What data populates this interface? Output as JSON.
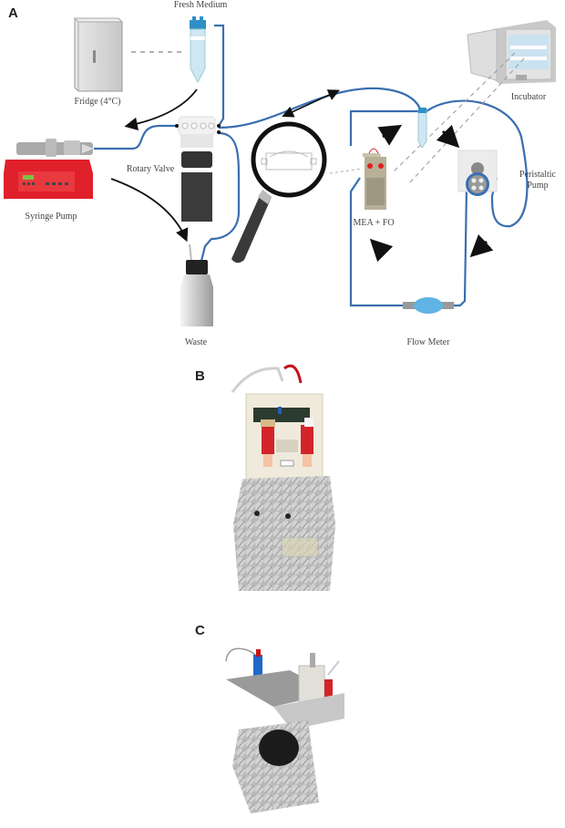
{
  "figure": {
    "panels": [
      {
        "id": "A",
        "letter": "A"
      },
      {
        "id": "B",
        "letter": "B"
      },
      {
        "id": "C",
        "letter": "C"
      }
    ],
    "labels": {
      "fresh_medium": "Fresh Medium",
      "fridge": "Fridge (4°C)",
      "rotary_valve": "Rotary Valve",
      "syringe_pump": "Syringe Pump",
      "waste": "Waste",
      "incubator": "Incubator",
      "peristaltic_pump_line1": "Peristaltic",
      "peristaltic_pump_line2": "Pump",
      "mea_fo": "MEA + FO",
      "flow_meter": "Flow Meter"
    },
    "colors": {
      "tubing": "#3a6fb0",
      "pump_red": "#e0202a",
      "arrow": "#111111",
      "foil": "#b8b8b8",
      "device_dark": "#3a3a3a"
    },
    "icons": [
      "fridge-icon",
      "falcon-tube-icon",
      "syringe-pump-icon",
      "rotary-valve-icon",
      "waste-bottle-icon",
      "magnifier-icon",
      "incubator-icon",
      "mea-device-icon",
      "peristaltic-pump-icon",
      "flow-meter-icon"
    ]
  }
}
